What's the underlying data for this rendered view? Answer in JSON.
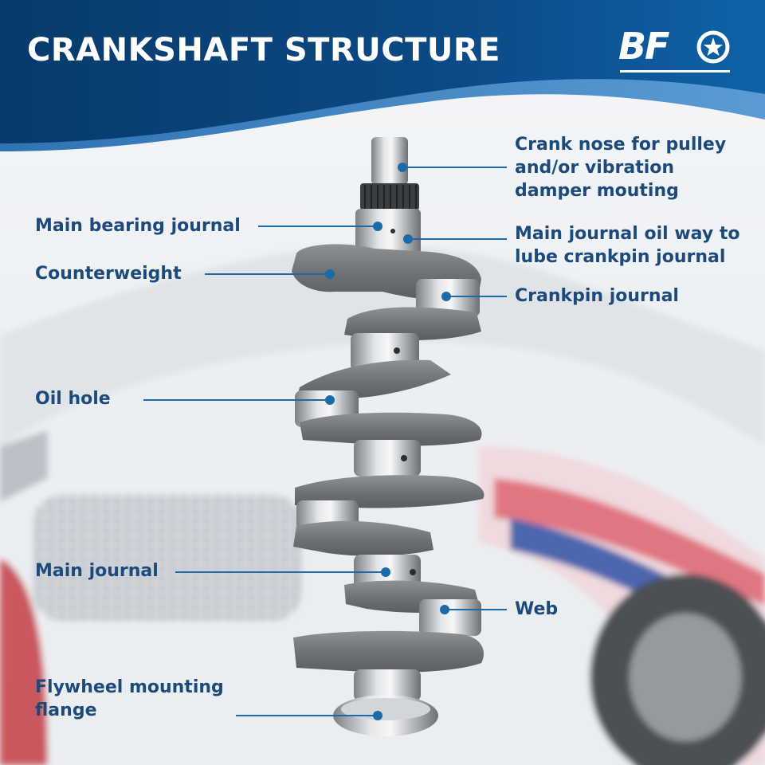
{
  "header": {
    "title": "CRANKSHAFT STRUCTURE",
    "logo_text": "BF"
  },
  "labels": {
    "crank_nose": [
      "Crank nose for pulley",
      "and/or vibration",
      "damper mouting"
    ],
    "main_bearing_journal": [
      "Main bearing journal"
    ],
    "main_journal_oil_way": [
      "Main journal oil way to",
      "lube crankpin journal"
    ],
    "counterweight": [
      "Counterweight"
    ],
    "crankpin_journal": [
      "Crankpin journal"
    ],
    "oil_hole": [
      "Oil hole"
    ],
    "main_journal": [
      "Main journal"
    ],
    "web": [
      "Web"
    ],
    "flywheel_flange": [
      "Flywheel mounting",
      "flange"
    ]
  },
  "colors": {
    "banner": "#0b4a86",
    "banner_dark": "#083a6b",
    "label_text": "#1c4a7a",
    "leader_line": "#1c6aa8",
    "metal_light": "#c9ccd0",
    "metal_dark": "#6e7277",
    "cast_iron": "#7b7f84"
  },
  "icons": {
    "logo_star": "star-in-circle-icon"
  }
}
